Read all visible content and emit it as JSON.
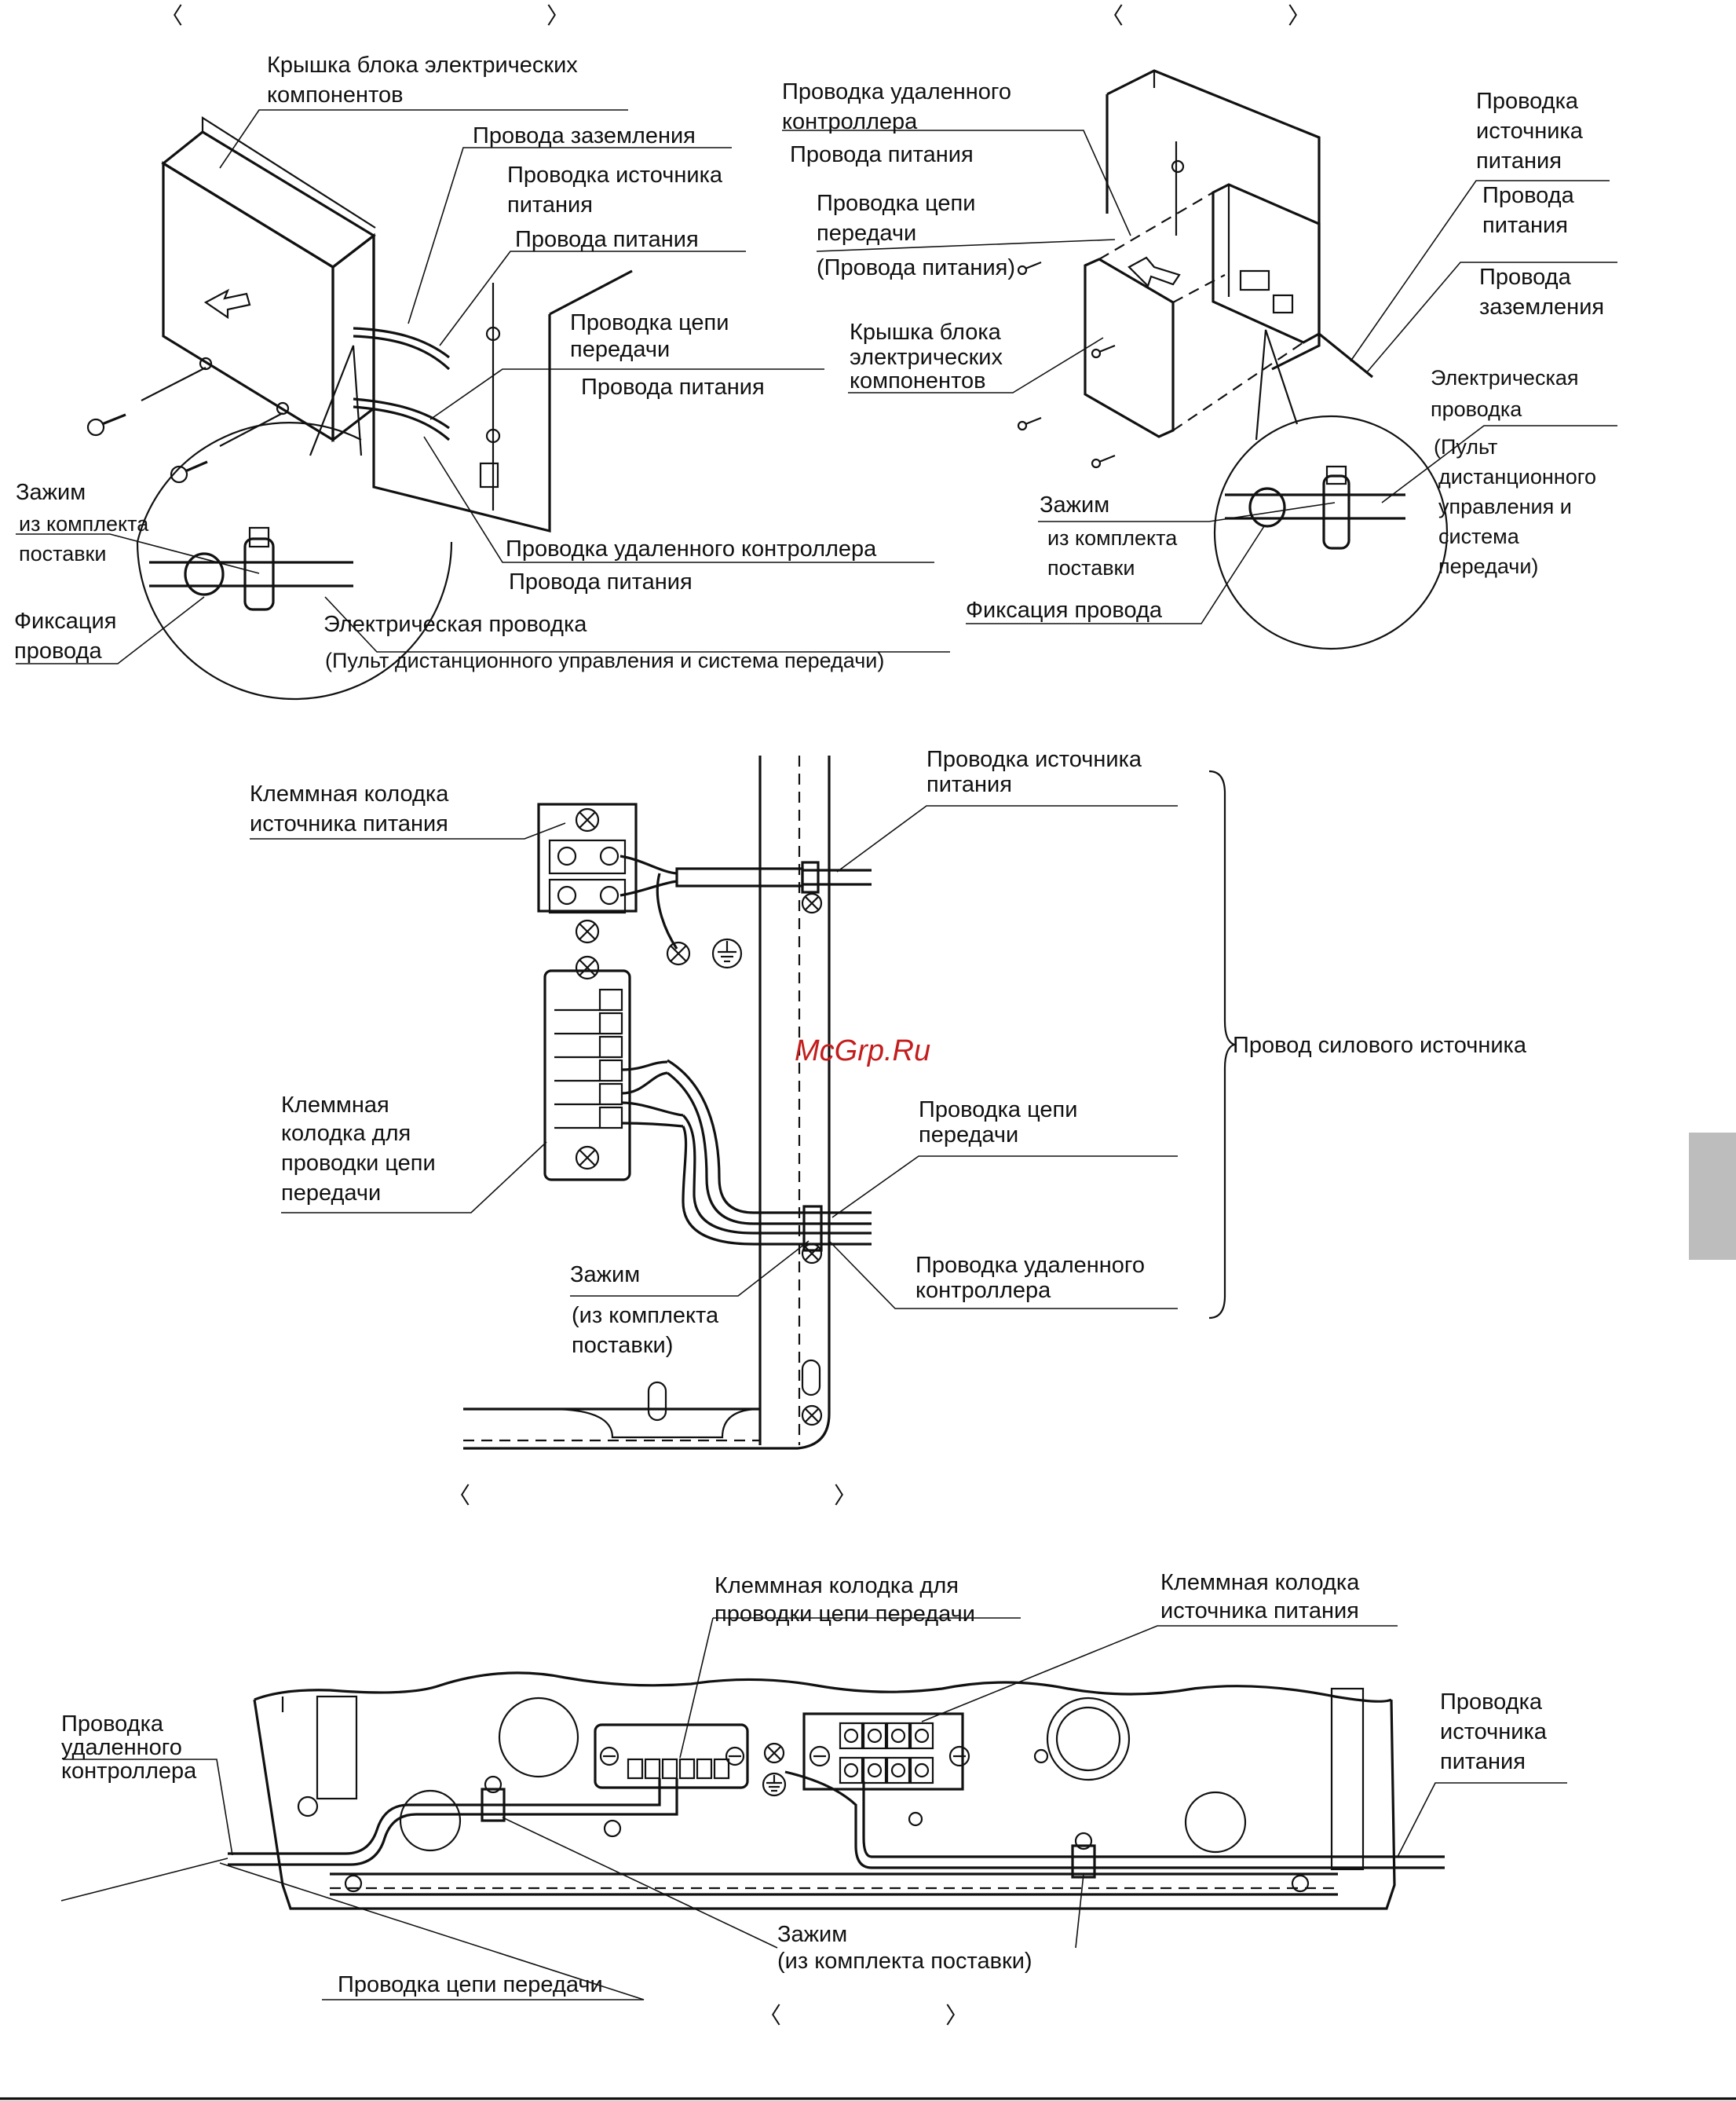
{
  "section_markers": {
    "fig1": [
      "〈",
      "〉"
    ],
    "fig2": [
      "〈",
      "〉"
    ],
    "fig3": [
      "〈",
      "〉"
    ],
    "fig4": [
      "〈",
      "〉"
    ]
  },
  "fig1": {
    "cover_l1": "Крышка блока электрических",
    "cover_l2": "компонентов",
    "ground_wires": "Провода заземления",
    "power_wiring_l1": "Проводка источника",
    "power_wiring_l2": "питания",
    "power_wires_a": "Провода питания",
    "transmission_l1": "Проводка цепи",
    "transmission_l2": "передачи",
    "power_wires_b": "Провода питания",
    "remote_wiring": "Проводка удаленного контроллера",
    "power_wires_c": "Провода питания",
    "clamp": "Зажим",
    "clamp_supplied_l1": "из комплекта",
    "clamp_supplied_l2": "поставки",
    "fixing_l1": "Фиксация",
    "fixing_l2": "провода",
    "electrical_wiring": "Электрическая проводка",
    "electrical_note": "(Пульт дистанционного управления и система передачи)"
  },
  "fig2": {
    "remote_l1": "Проводка удаленного",
    "remote_l2": "контроллера",
    "power_wires_a": "Провода питания",
    "transmission_l1": "Проводка цепи",
    "transmission_l2": "передачи",
    "transmission_l3": "(Провода питания)",
    "cover_l1": "Крышка блока",
    "cover_l2": "электрических",
    "cover_l3": "компонентов",
    "power_source_l1": "Проводка",
    "power_source_l2": "источника",
    "power_source_l3": "питания",
    "power_wires_b1": "Провода",
    "power_wires_b2": "питания",
    "ground_l1": "Провода",
    "ground_l2": "заземления",
    "electrical_l1": "Электрическая",
    "electrical_l2": "проводка",
    "electrical_l3": "(Пульт",
    "electrical_l4": "дистанционного",
    "electrical_l5": "управления и",
    "electrical_l6": "система",
    "electrical_l7": "передачи)",
    "clamp": "Зажим",
    "clamp_supplied_l1": "из комплекта",
    "clamp_supplied_l2": "поставки",
    "fixing": "Фиксация провода"
  },
  "fig3": {
    "power_block_l1": "Клеммная колодка",
    "power_block_l2": "источника питания",
    "power_wiring_l1": "Проводка источника",
    "power_wiring_l2": "питания",
    "trans_block_l1": "Клеммная",
    "trans_block_l2": "колодка для",
    "trans_block_l3": "проводки цепи",
    "trans_block_l4": "передачи",
    "transmission_l1": "Проводка цепи",
    "transmission_l2": "передачи",
    "remote_l1": "Проводка удаленного",
    "remote_l2": "контроллера",
    "clamp": "Зажим",
    "clamp_supplied_l1": "(из комплекта",
    "clamp_supplied_l2": "поставки)",
    "brace_label": "Провод силового источника"
  },
  "watermark": "McGrp.Ru",
  "fig4": {
    "trans_block_l1": "Клеммная колодка для",
    "trans_block_l2": "проводки цепи передачи",
    "power_block_l1": "Клеммная колодка",
    "power_block_l2": "источника питания",
    "remote_l1": "Проводка",
    "remote_l2": "удаленного",
    "remote_l3": "контроллера",
    "power_source_l1": "Проводка",
    "power_source_l2": "источника",
    "power_source_l3": "питания",
    "clamp_l1": "Зажим",
    "clamp_l2": "(из комплекта поставки)",
    "transmission": "Проводка цепи передачи"
  }
}
